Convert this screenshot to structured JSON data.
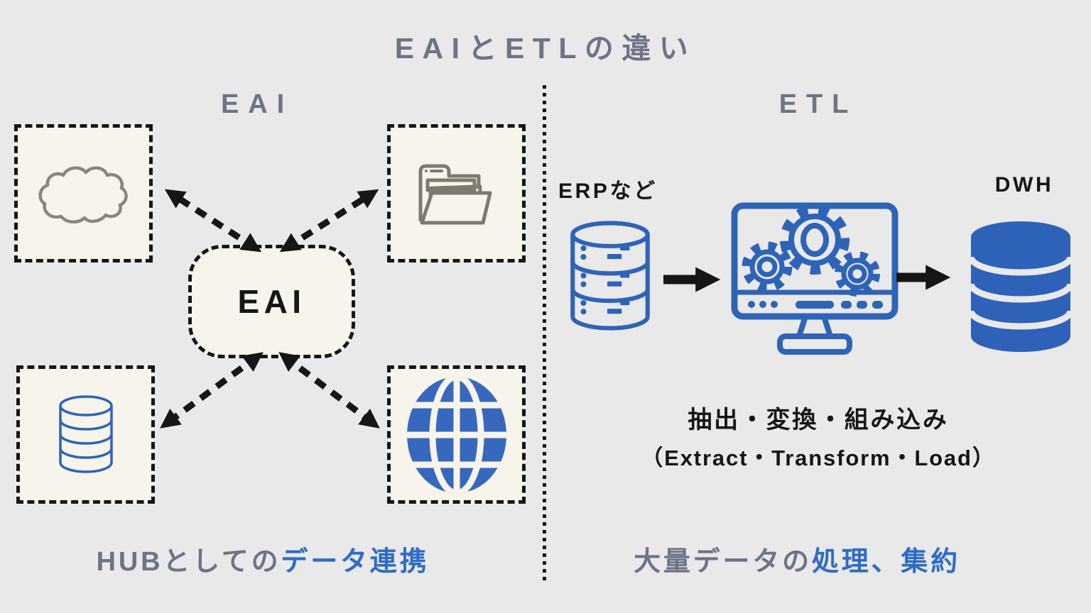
{
  "title": "EAIとETLの違い",
  "colors": {
    "page_bg": "#e9e9e9",
    "panel_bg": "#f7f4eb",
    "ink": "#161616",
    "slate_text": "#6e7386",
    "blue_icon": "#2e64b8",
    "blue_text": "#2f6bc4",
    "gray_icon": "#7d7a70"
  },
  "eai": {
    "header": "EAI",
    "hub_label": "EAI",
    "nodes": [
      {
        "icon": "cloud-icon"
      },
      {
        "icon": "folder-icon"
      },
      {
        "icon": "database-icon"
      },
      {
        "icon": "globe-icon"
      }
    ],
    "caption": {
      "prefix": "HUBとしての",
      "highlight": "データ連携"
    }
  },
  "etl": {
    "header": "ETL",
    "source_label": "ERPなど",
    "target_label": "DWH",
    "source_icon": "erp-database-icon",
    "process_icon": "gears-monitor-icon",
    "target_icon": "dwh-database-icon",
    "process_title": "抽出・変換・組み込み",
    "process_subtitle": "（Extract・Transform・Load）",
    "caption": {
      "prefix": "大量データの",
      "highlight": "処理、集約"
    }
  }
}
